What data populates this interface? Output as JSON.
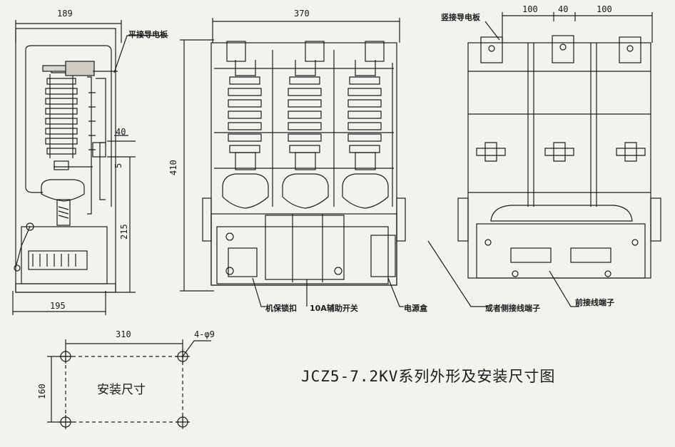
{
  "title": "JCZ5-7.2KV系列外形及安装尺寸图",
  "side_view": {
    "dim_top": "189",
    "dim_bottom": "195",
    "dim_40": "40",
    "dim_5": "5",
    "dim_215": "215",
    "callout_flat_plate": "平接导电板"
  },
  "front_view": {
    "dim_width": "370",
    "dim_height": "410",
    "callout_lock": "机保锁扣",
    "callout_switch": "10A辅助开关",
    "callout_power": "电源盒"
  },
  "rear_view": {
    "dim_a": "100",
    "dim_b": "40",
    "dim_c": "100",
    "callout_vertical_plate": "竖接导电板",
    "callout_side_terminal": "或者侧接线端子",
    "callout_front_terminal": "前接线端子"
  },
  "mounting": {
    "dim_width": "310",
    "dim_height": "160",
    "holes": "4-φ9",
    "label": "安装尺寸"
  }
}
